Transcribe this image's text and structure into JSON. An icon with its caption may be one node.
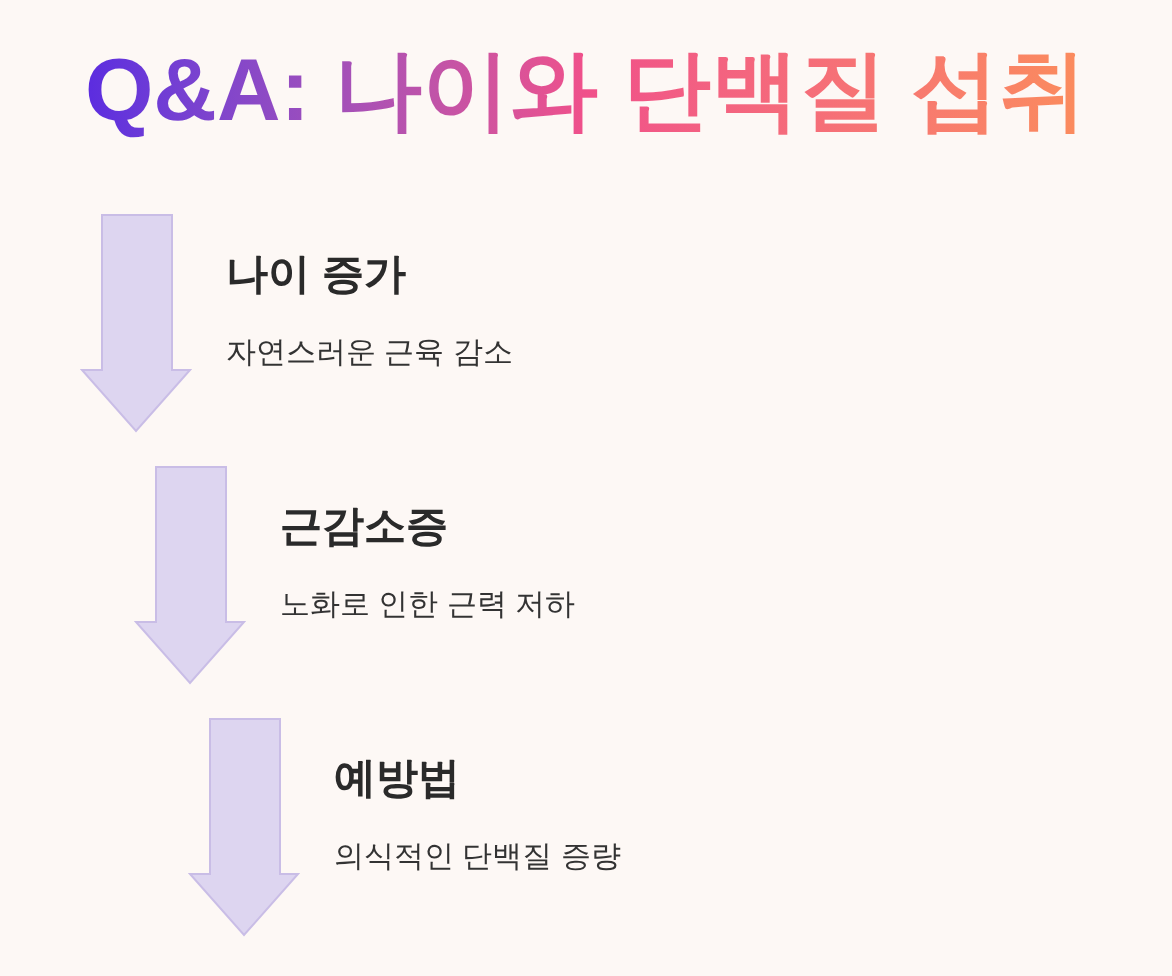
{
  "diagram": {
    "title": "Q&A: 나이와 단백질 섭취",
    "nodes": [
      {
        "text": [
          "나이 증가",
          "자연스러운 근육 감소"
        ]
      },
      {
        "text": [
          "근감소증",
          "노화로 인한 근력 저하"
        ]
      },
      {
        "text": [
          "예방법",
          "의식적인 단백질 증량"
        ]
      }
    ]
  }
}
